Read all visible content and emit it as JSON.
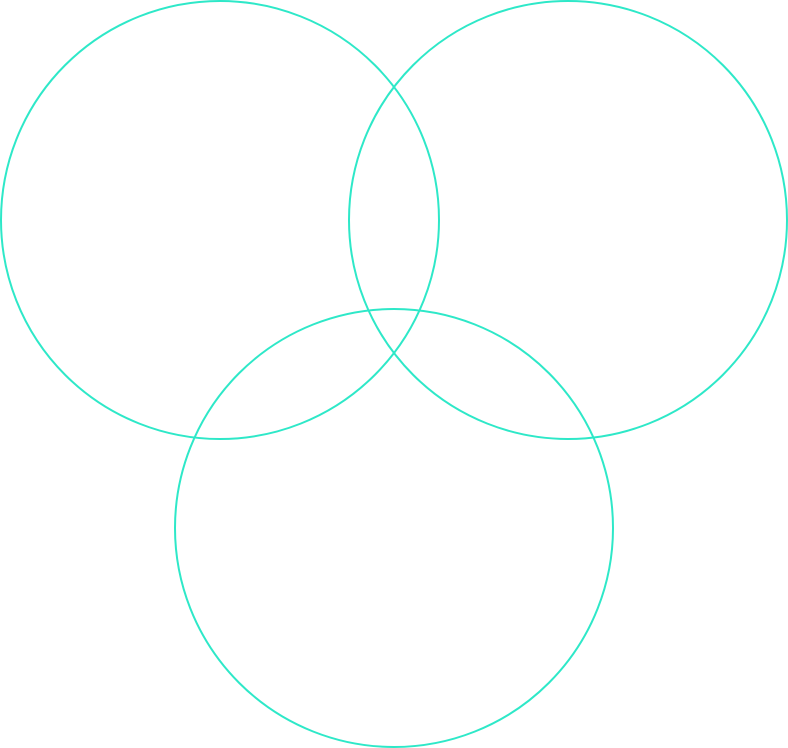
{
  "diagram": {
    "type": "venn",
    "sets": [
      {
        "id": "top-left"
      },
      {
        "id": "top-right"
      },
      {
        "id": "bottom-center"
      }
    ],
    "stroke_color": "#2ee8c8",
    "background": "#ffffff"
  }
}
